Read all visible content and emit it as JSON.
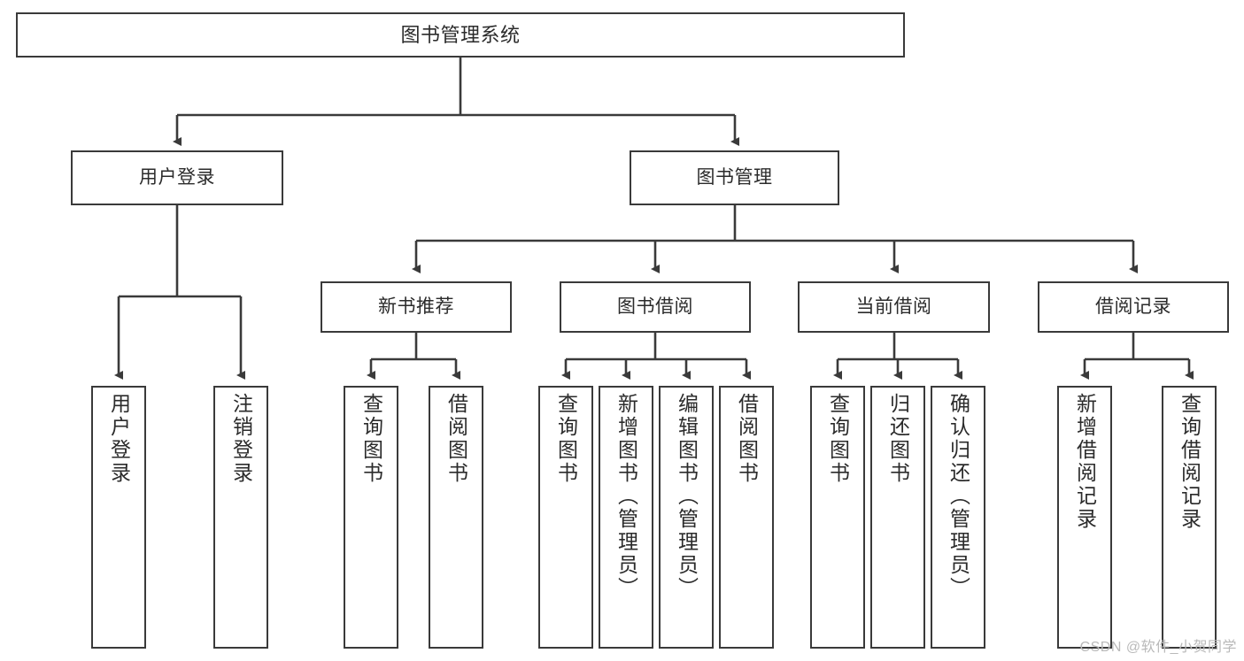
{
  "diagram": {
    "title": "图书管理系统",
    "stroke_color": "#3a3a3a",
    "text_color": "#2b2b2b",
    "background": "#ffffff",
    "root": {
      "label": "图书管理系统"
    },
    "level2": [
      {
        "label": "用户登录"
      },
      {
        "label": "图书管理"
      }
    ],
    "level3": [
      {
        "label": "新书推荐"
      },
      {
        "label": "图书借阅"
      },
      {
        "label": "当前借阅"
      },
      {
        "label": "借阅记录"
      }
    ],
    "leaves": {
      "user_login": [
        {
          "label": "用户登录"
        },
        {
          "label": "注销登录"
        }
      ],
      "new_book_recommend": [
        {
          "label": "查询图书"
        },
        {
          "label": "借阅图书"
        }
      ],
      "book_borrow": [
        {
          "label": "查询图书"
        },
        {
          "label": "新增图书（管理员）"
        },
        {
          "label": "编辑图书（管理员）"
        },
        {
          "label": "借阅图书"
        }
      ],
      "current_borrow": [
        {
          "label": "查询图书"
        },
        {
          "label": "归还图书"
        },
        {
          "label": "确认归还（管理员）"
        }
      ],
      "borrow_record": [
        {
          "label": "新增借阅记录"
        },
        {
          "label": "查询借阅记录"
        }
      ]
    }
  },
  "watermark": {
    "text": "CSDN @软件_小贺同学",
    "color": "#b9b9b9"
  }
}
